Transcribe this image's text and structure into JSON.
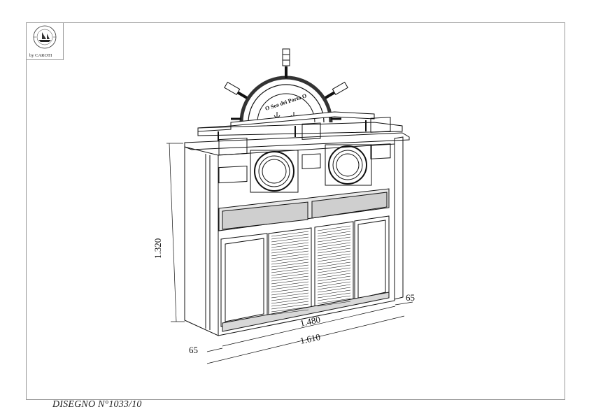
{
  "logo": {
    "ring_text_top": "ARREDI MARINARI",
    "ring_text_bottom": "CREAZIONI",
    "by_text": "by CAROTI",
    "icon": "sailing-ship-seal"
  },
  "wheel": {
    "motto": "O Sea dei Porto O",
    "icon": "ships-wheel"
  },
  "dimensions": {
    "height": "1.320",
    "inner_width": "1.480",
    "total_width": "1.610",
    "left_side": "65",
    "right_side": "65"
  },
  "caption": "DISEGNO N°1033/10",
  "colors": {
    "line": "#111111",
    "frame": "#9a9a9a"
  }
}
